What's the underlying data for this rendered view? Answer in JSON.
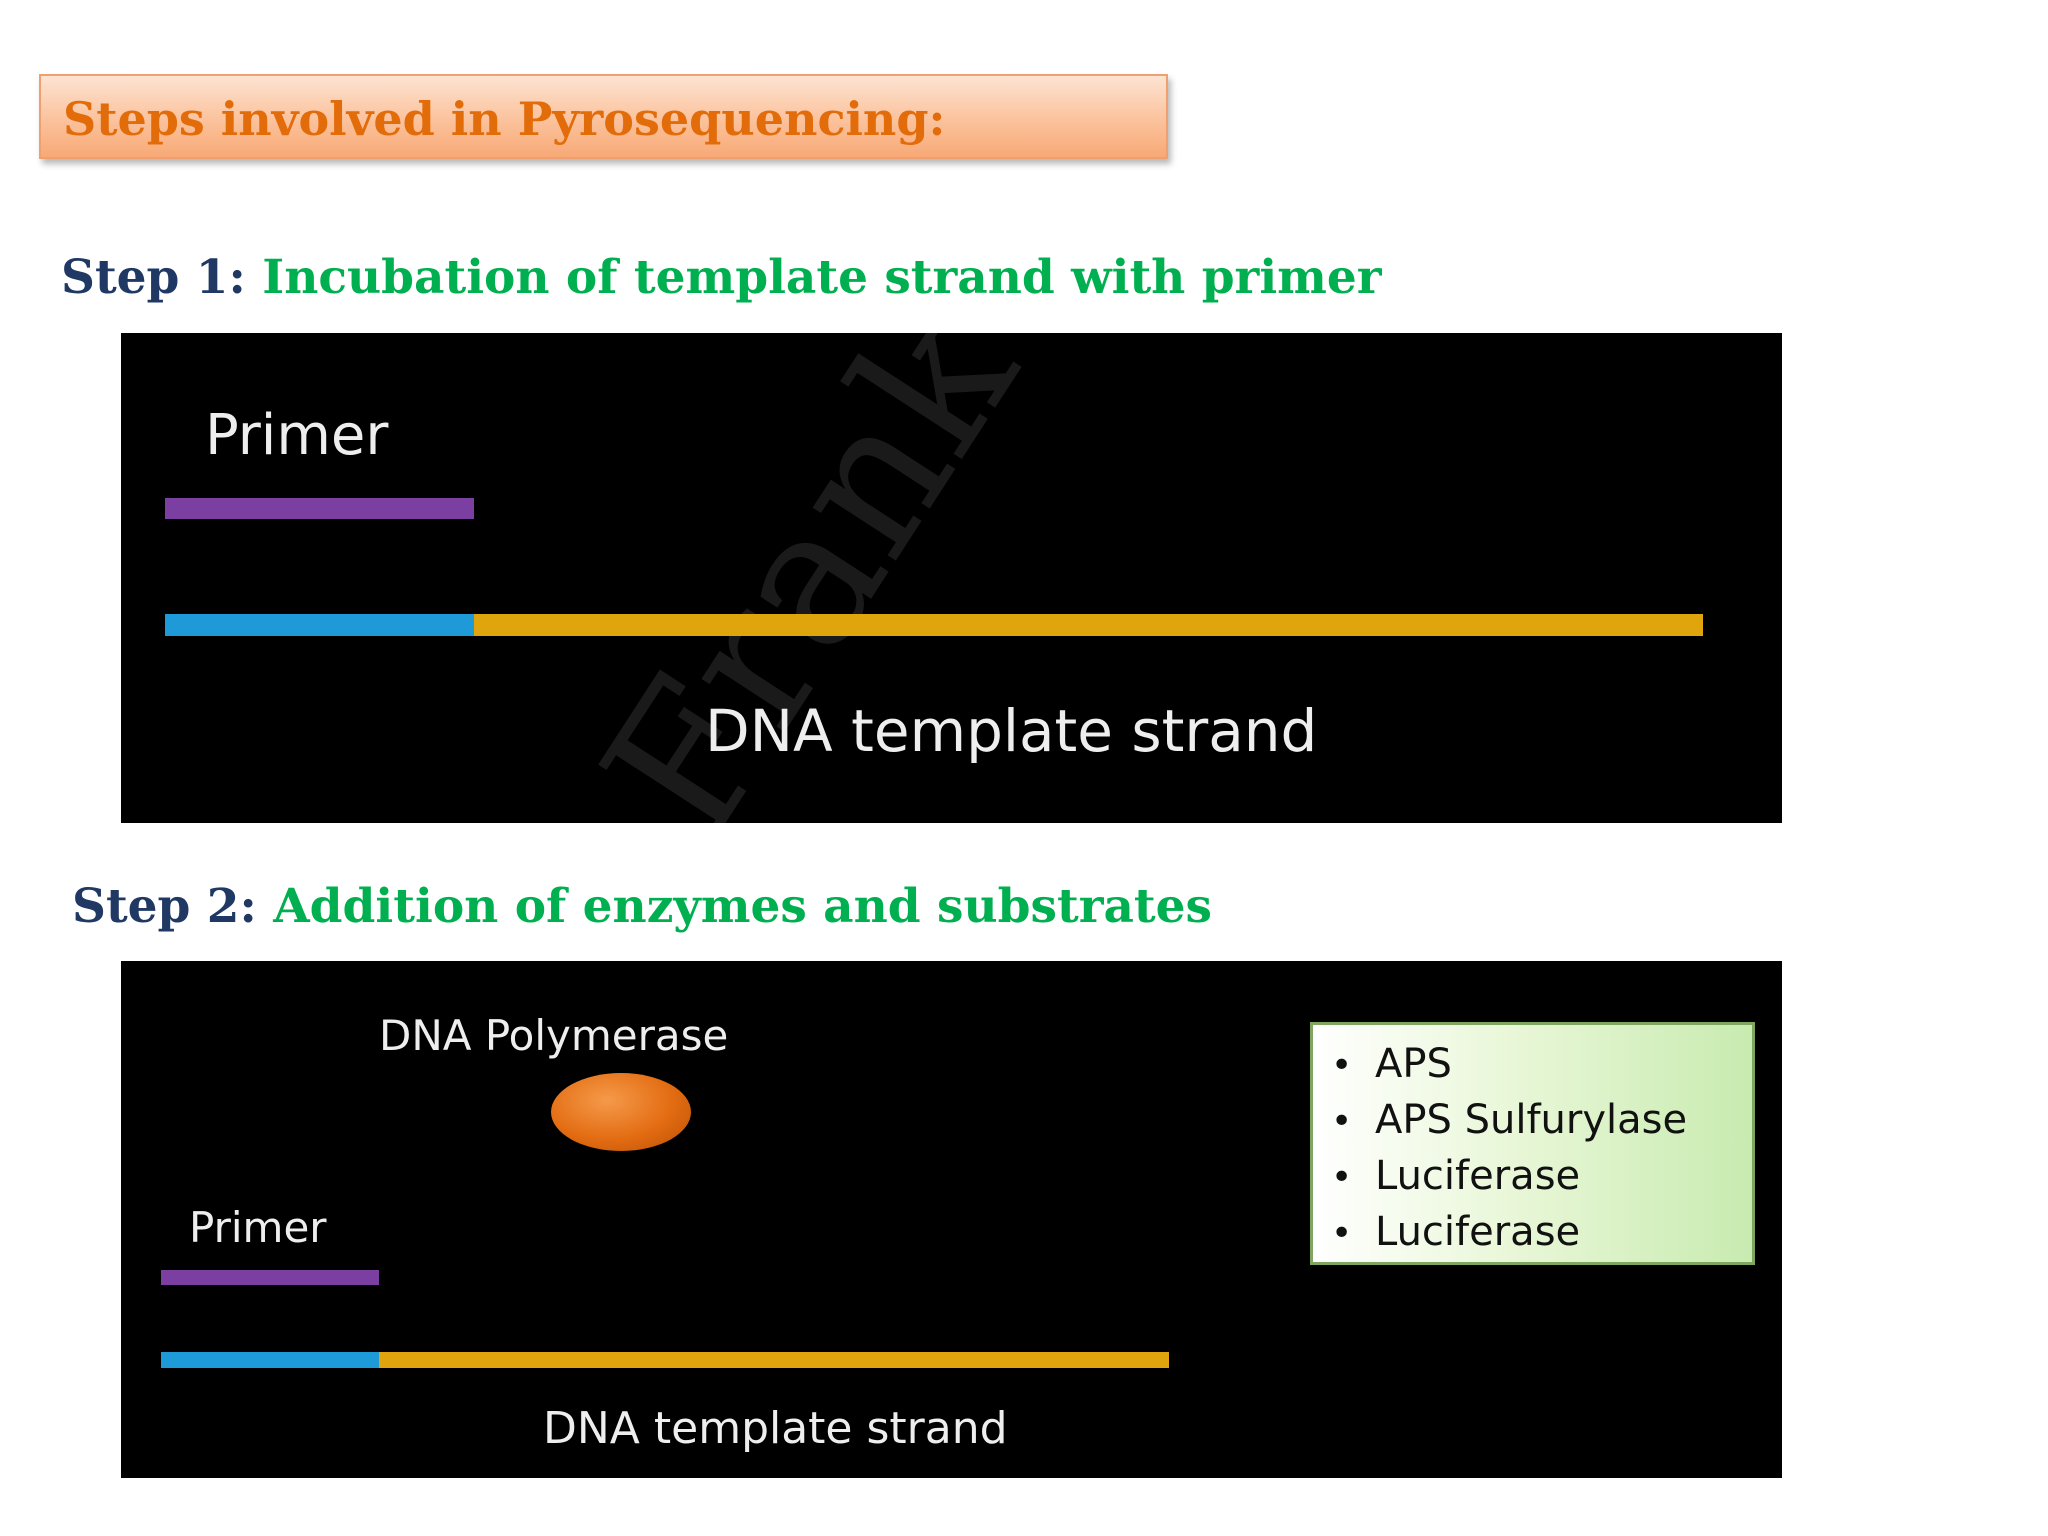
{
  "title": "Steps involved in Pyrosequencing:",
  "watermark": "Frank Lectu",
  "colors": {
    "title_text": "#e36c0a",
    "step_prefix": "#1f3864",
    "step_desc": "#00b050",
    "primer_bar": "#7a3fa0",
    "primer_binding_region": "#1e9ad8",
    "template_bar": "#e0a40d",
    "enzyme": "#e36c12"
  },
  "step1": {
    "prefix": "Step 1:",
    "description": "Incubation of template strand with primer",
    "diagram": {
      "primer_label": "Primer",
      "template_label": "DNA template strand"
    }
  },
  "step2": {
    "prefix": "Step 2:",
    "description": "Addition of enzymes and substrates",
    "diagram": {
      "enzyme_label": "DNA Polymerase",
      "primer_label": "Primer",
      "template_label": "DNA template strand",
      "substrates": [
        "APS",
        "APS Sulfurylase",
        "Luciferase",
        "Luciferase"
      ]
    }
  }
}
